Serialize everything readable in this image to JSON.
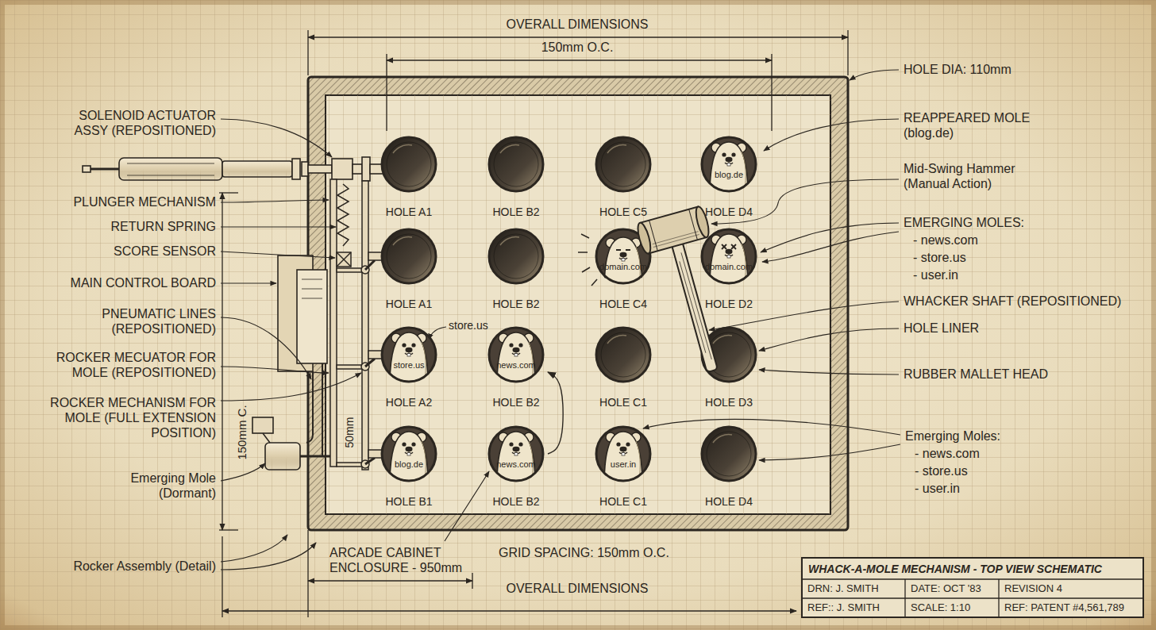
{
  "diagram": {
    "title": "WHACK-A-MOLE MECHANISM - TOP VIEW SCHEMATIC",
    "nodes": [
      {
        "text": [
          "HOLE A1"
        ]
      },
      {
        "text": [
          "HOLE B2"
        ]
      },
      {
        "text": [
          "HOLE C5"
        ]
      },
      {
        "text": [
          "blog.de",
          "HOLE D4"
        ]
      },
      {
        "text": [
          "HOLE A1"
        ]
      },
      {
        "text": [
          "HOLE B2"
        ]
      },
      {
        "text": [
          "domain.com",
          "HOLE C4"
        ]
      },
      {
        "text": [
          "domain.com",
          "HOLE D2"
        ]
      },
      {
        "text": [
          "store.us",
          "HOLE A2"
        ]
      },
      {
        "text": [
          "news.com",
          "HOLE B2"
        ]
      },
      {
        "text": [
          "HOLE C1"
        ]
      },
      {
        "text": [
          "HOLE D3"
        ]
      },
      {
        "text": [
          "blog.de",
          "HOLE B1"
        ]
      },
      {
        "text": [
          "news.com",
          "HOLE B2"
        ]
      },
      {
        "text": [
          "user.in",
          "HOLE C1"
        ]
      },
      {
        "text": [
          "HOLE D4"
        ]
      }
    ],
    "edges": [
      {
        "from": 13,
        "to": 9,
        "arrow": "to"
      }
    ],
    "labels": [
      "OVERALL DIMENSIONS",
      "150mm O.C.",
      "SOLENOID ACTUATOR ASSY (REPOSITIONED)",
      "PLUNGER MECHANISM",
      "RETURN SPRING",
      "SCORE SENSOR",
      "MAIN CONTROL BOARD",
      "PNEUMATIC LINES (REPOSITIONED)",
      "ROCKER MECUATOR FOR MOLE (REPOSITIONED)",
      "ROCKER MECHANISM FOR MOLE (FULL EXTENSION POSITION)",
      "Emerging Mole (Dormant)",
      "Rocker Assembly (Detail)",
      "150mm C.",
      "50mm",
      "store.us",
      "HOLE DIA: 110mm",
      "REAPPEARED MOLE (blog.de)",
      "Mid-Swing Hammer (Manual Action)",
      "EMERGING MOLES:",
      "- news.com",
      "- store.us",
      "- user.in",
      "WHACKER SHAFT (REPOSITIONED)",
      "HOLE LINER",
      "RUBBER MALLET HEAD",
      "Emerging Moles:",
      "- news.com",
      "- store.us",
      "- user.in",
      "ARCADE CABINET ENCLOSURE - 950mm",
      "GRID SPACING: 150mm O.C.",
      "OVERALL DIMENSIONS",
      "DRN: J. SMITH",
      "DATE: OCT '83",
      "REVISION 4",
      "REF:: J. SMITH",
      "SCALE: 1:10",
      "REF: PATENT #4,561,789"
    ]
  }
}
